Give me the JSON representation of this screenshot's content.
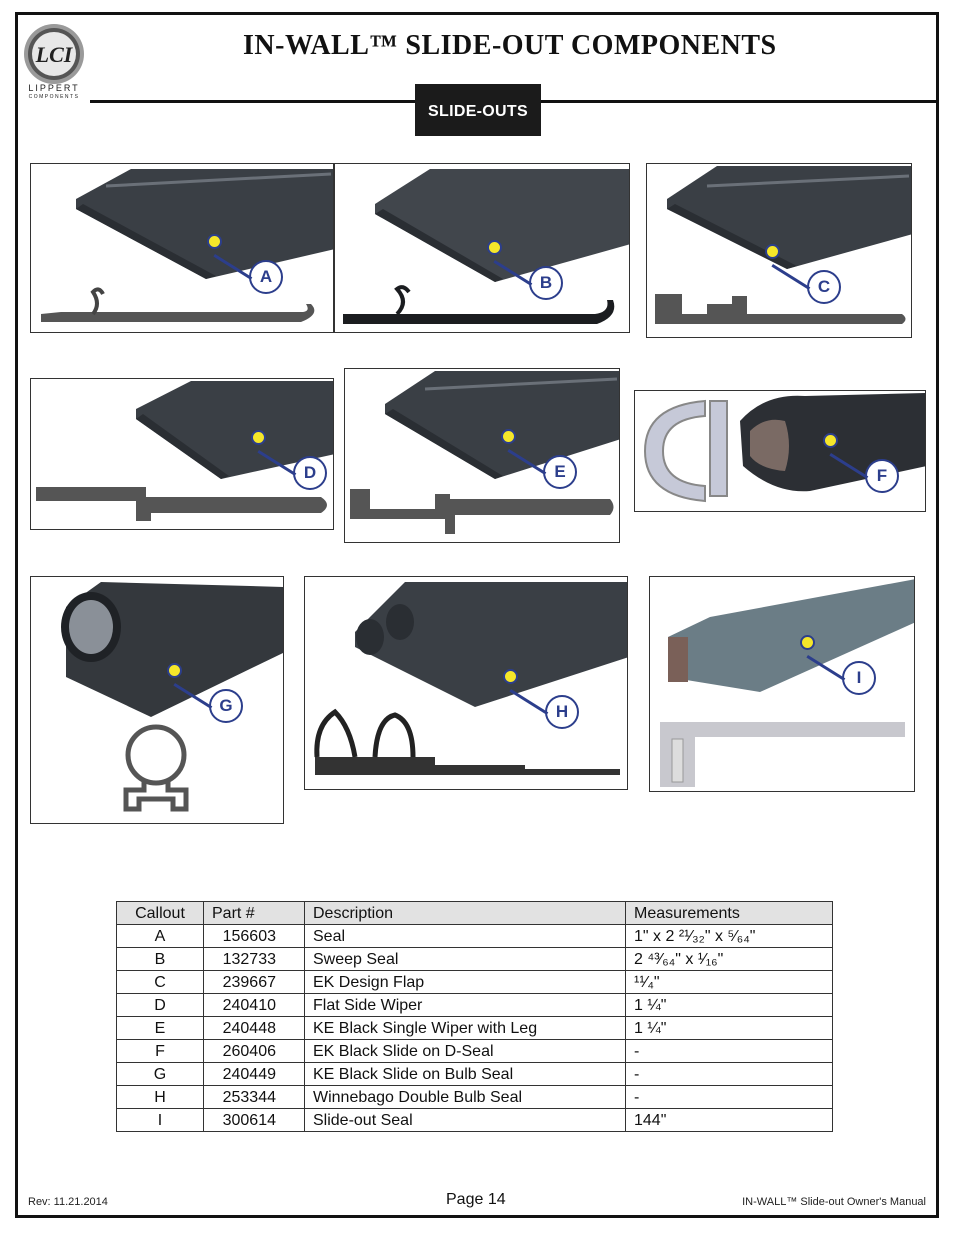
{
  "header": {
    "title": "IN-WALL™ SLIDE-OUT COMPONENTS",
    "logo_text": "LIPPERT",
    "logo_sub": "COMPONENTS",
    "logo_mark": "LCI"
  },
  "tab": {
    "label": "SLIDE-OUTS"
  },
  "panels": [
    {
      "callout": "A"
    },
    {
      "callout": "B"
    },
    {
      "callout": "C"
    },
    {
      "callout": "D"
    },
    {
      "callout": "E"
    },
    {
      "callout": "F"
    },
    {
      "callout": "G"
    },
    {
      "callout": "H"
    },
    {
      "callout": "I"
    }
  ],
  "table": {
    "headers": [
      "Callout",
      "Part #",
      "Description",
      "Measurements"
    ],
    "rows": [
      {
        "callout": "A",
        "part": "156603",
        "description": "Seal",
        "measurement": "1\" x 2 ²¹⁄₃₂\" x ⁵⁄₆₄\""
      },
      {
        "callout": "B",
        "part": "132733",
        "description": "Sweep Seal",
        "measurement": "2 ⁴³⁄₆₄\" x ¹⁄₁₆\""
      },
      {
        "callout": "C",
        "part": "239667",
        "description": "EK Design Flap",
        "measurement": "¹¹⁄₄\""
      },
      {
        "callout": "D",
        "part": "240410",
        "description": "Flat Side Wiper",
        "measurement": "1 ¼\""
      },
      {
        "callout": "E",
        "part": "240448",
        "description": "KE Black Single Wiper with Leg",
        "measurement": "1 ¼\""
      },
      {
        "callout": "F",
        "part": "260406",
        "description": "EK Black Slide on D-Seal",
        "measurement": "-"
      },
      {
        "callout": "G",
        "part": "240449",
        "description": "KE Black Slide on Bulb Seal",
        "measurement": "-"
      },
      {
        "callout": "H",
        "part": "253344",
        "description": "Winnebago Double Bulb Seal",
        "measurement": "-"
      },
      {
        "callout": "I",
        "part": "300614",
        "description": "Slide-out Seal",
        "measurement": "144\""
      }
    ]
  },
  "footer": {
    "rev": "Rev: 11.21.2014",
    "page": "Page 14",
    "manual": "IN-WALL™ Slide-out Owner's Manual"
  },
  "colors": {
    "callout_ring": "#2c3e8c",
    "callout_dot": "#f5e62a",
    "seal_dark": "#3a3f45",
    "tab_bg": "#1b1b1b"
  }
}
